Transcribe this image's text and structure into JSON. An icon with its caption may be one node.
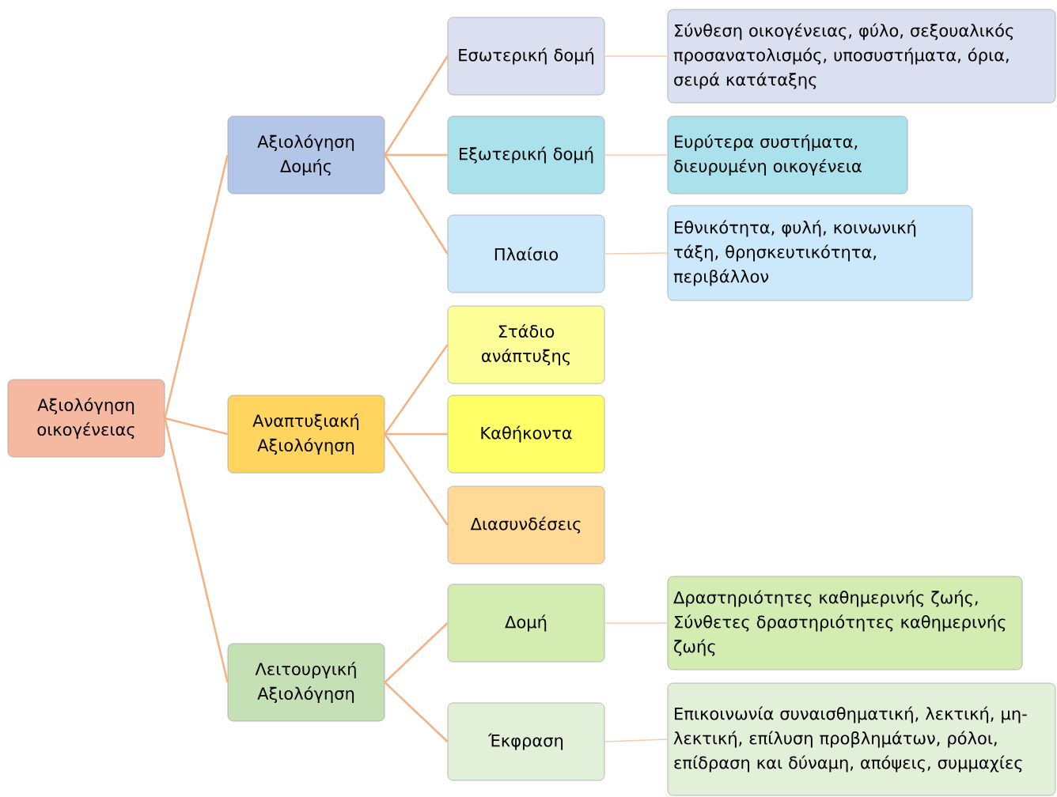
{
  "diagram": {
    "nodes": [
      {
        "text": [
          "Αξιολόγηση οικογένειας"
        ]
      },
      {
        "text": [
          "Αξιολόγηση Δομής"
        ]
      },
      {
        "text": [
          "Εσωτερική δομή"
        ]
      },
      {
        "text": [
          "Σύνθεση οικογένειας, φύλο, σεξουαλικός προσανατολισμός, υποσυστήματα, όρια, σειρά κατάταξης"
        ]
      },
      {
        "text": [
          "Εξωτερική δομή"
        ]
      },
      {
        "text": [
          "Ευρύτερα συστήματα, διευρυμένη οικογένεια"
        ]
      },
      {
        "text": [
          "Πλαίσιο"
        ]
      },
      {
        "text": [
          "Εθνικότητα, φυλή, κοινωνική τάξη, θρησκευτικότητα, περιβάλλον"
        ]
      },
      {
        "text": [
          "Αναπτυξιακή Αξιολόγηση"
        ]
      },
      {
        "text": [
          "Στάδιο ανάπτυξης"
        ]
      },
      {
        "text": [
          "Καθήκοντα"
        ]
      },
      {
        "text": [
          "Διασυνδέσεις"
        ]
      },
      {
        "text": [
          "Λειτουργική Αξιολόγηση"
        ]
      },
      {
        "text": [
          "Δομή"
        ]
      },
      {
        "text": [
          "Δραστηριότητες καθημερινής ζωής, Σύνθετες δραστηριότητες καθημερινής ζωής"
        ]
      },
      {
        "text": [
          "Έκφραση"
        ]
      },
      {
        "text": [
          "Επικοινωνία συναισθηματική, λεκτική, μη-λεκτική, επίλυση προβλημάτων, ρόλοι, επίδραση και δύναμη, απόψεις, συμμαχίες"
        ]
      }
    ],
    "edges": [
      {
        "from": 0,
        "to": 1,
        "arrow": "none"
      },
      {
        "from": 0,
        "to": 8,
        "arrow": "none"
      },
      {
        "from": 0,
        "to": 12,
        "arrow": "none"
      },
      {
        "from": 1,
        "to": 2,
        "arrow": "none"
      },
      {
        "from": 1,
        "to": 4,
        "arrow": "none"
      },
      {
        "from": 1,
        "to": 6,
        "arrow": "none"
      },
      {
        "from": 2,
        "to": 3,
        "arrow": "none",
        "color": "#f8cbad"
      },
      {
        "from": 4,
        "to": 5,
        "arrow": "none",
        "color": "#f8cbad"
      },
      {
        "from": 6,
        "to": 7,
        "arrow": "none",
        "color": "#f8cbad"
      },
      {
        "from": 8,
        "to": 9,
        "arrow": "none"
      },
      {
        "from": 8,
        "to": 10,
        "arrow": "none"
      },
      {
        "from": 8,
        "to": 11,
        "arrow": "none"
      },
      {
        "from": 12,
        "to": 13,
        "arrow": "none"
      },
      {
        "from": 12,
        "to": 15,
        "arrow": "none"
      },
      {
        "from": 13,
        "to": 14,
        "arrow": "none",
        "color": "#f8cbad"
      },
      {
        "from": 15,
        "to": 16,
        "arrow": "none",
        "color": "#f8cbad"
      }
    ]
  }
}
